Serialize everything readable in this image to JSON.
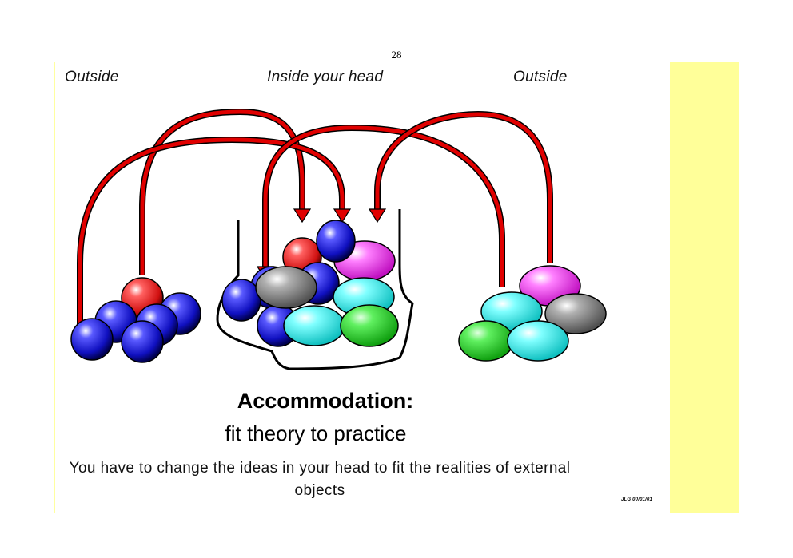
{
  "page_number": "28",
  "labels": {
    "left": "Outside",
    "center": "Inside your head",
    "right": "Outside"
  },
  "title": {
    "line1": "Accommodation:",
    "line2": "fit theory to practice"
  },
  "description": "You have to change the ideas in your head to fit the realities of external objects",
  "stamp": "JLG 00/01/01",
  "colors": {
    "arrow": "#e00000",
    "panel": "#ffff99",
    "blue": "#1c1cd8",
    "red": "#e02020",
    "magenta": "#f040f0",
    "cyan": "#40f0f0",
    "green": "#30d030",
    "gray": "#909090"
  }
}
